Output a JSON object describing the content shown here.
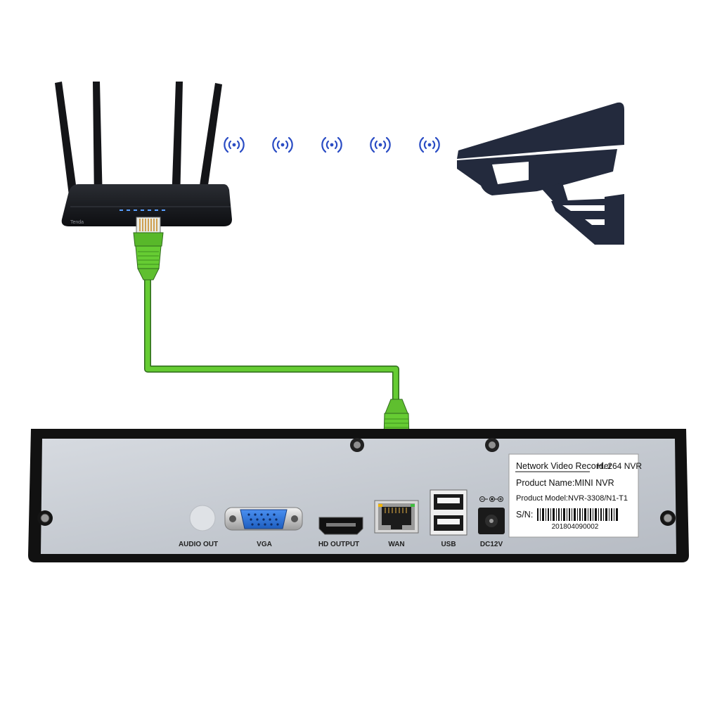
{
  "router": {
    "brand": "Tenda"
  },
  "nvr": {
    "ports": {
      "audio_out": "AUDIO OUT",
      "vga": "VGA",
      "hd_output": "HD OUTPUT",
      "wan": "WAN",
      "usb": "USB",
      "dc": "DC12V"
    },
    "label": {
      "title": "Network Video Recorder",
      "codec": "H. 264 NVR",
      "product_name": "Product Name:MINI NVR",
      "product_model": "Product Model:NVR-3308/N1-T1",
      "sn_label": "S/N:",
      "sn_value": "201804090002"
    }
  },
  "colors": {
    "cable": "#66cc33",
    "camera": "#232a3d",
    "panel": "#c7ccd3",
    "frame": "#1a1a1a",
    "vga_port": "#2f74d8",
    "wifi": "#2a4cc4"
  },
  "icons": {
    "wifi_signal": "wifi-signal-icon",
    "camera": "cctv-camera-icon",
    "router": "wireless-router-icon"
  }
}
